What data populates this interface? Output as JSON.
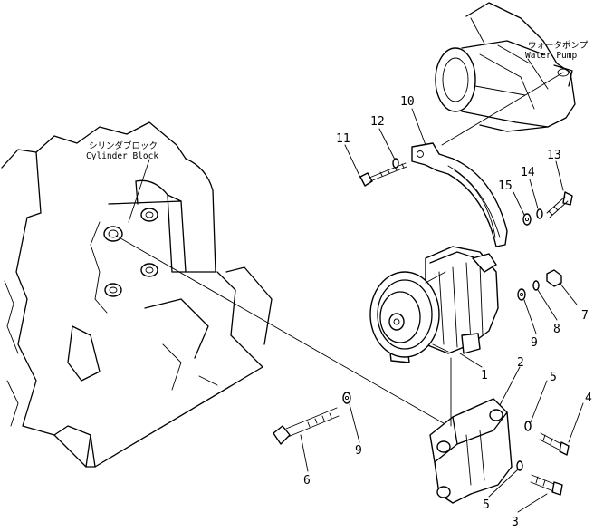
{
  "labels": {
    "cylinder_block_jp": "シリンダブロック",
    "cylinder_block_en": "Cylinder Block",
    "water_pump_jp": "ウォータポンプ",
    "water_pump_en": "Water Pump"
  },
  "callouts": {
    "c1": "1",
    "c2": "2",
    "c3": "3",
    "c4": "4",
    "c5a": "5",
    "c5b": "5",
    "c6": "6",
    "c7": "7",
    "c8": "8",
    "c9a": "9",
    "c9b": "9",
    "c10": "10",
    "c11": "11",
    "c12": "12",
    "c13": "13",
    "c14": "14",
    "c15": "15"
  }
}
